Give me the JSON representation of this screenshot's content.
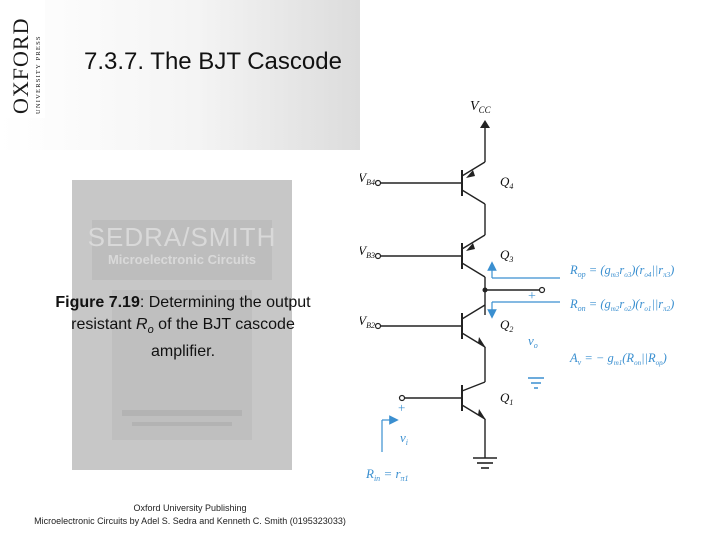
{
  "header": {
    "logo_text": "OXFORD",
    "logo_subtext": "UNIVERSITY PRESS",
    "title": "7.3.7. The BJT Cascode"
  },
  "book_cover": {
    "author": "SEDRA/SMITH",
    "title": "Microelectronic Circuits"
  },
  "caption": {
    "figure": "Figure 7.19",
    "text": ": Determining the output resistant ",
    "symbol": "R",
    "symbol_sub": "o",
    "text_end": " of the BJT cascode amplifier."
  },
  "source": {
    "line1": "Oxford University Publishing",
    "line2": "Microelectronic Circuits by Adel S. Sedra and Kenneth C. Smith (0195323033)"
  },
  "circuit": {
    "vcc": "V",
    "vcc_sub": "CC",
    "vb4": "V",
    "vb4_sub": "B4",
    "vb3": "V",
    "vb3_sub": "B3",
    "vb2": "V",
    "vb2_sub": "B2",
    "q4": "Q",
    "q4_sub": "4",
    "q3": "Q",
    "q3_sub": "3",
    "q2": "Q",
    "q2_sub": "2",
    "q1": "Q",
    "q1_sub": "1",
    "plus_top": "+",
    "plus_in": "+",
    "vo": "v",
    "vo_sub": "o",
    "vi": "v",
    "vi_sub": "i",
    "rop": "R",
    "rop_sub": "op",
    "rop_eq": " = (g",
    "rop_gm_sub": "m3",
    "rop_r1": "r",
    "rop_r1_sub": "o3",
    "rop_mid": ")(r",
    "rop_r2_sub": "o4",
    "rop_par": "||r",
    "rop_rpi_sub": "π3",
    "rop_end": ")",
    "ron": "R",
    "ron_sub": "on",
    "ron_eq": " = (g",
    "ron_gm_sub": "m2",
    "ron_r1": "r",
    "ron_r1_sub": "o2",
    "ron_mid": ")(r",
    "ron_r2_sub": "o1",
    "ron_par": "||r",
    "ron_rpi_sub": "π2",
    "ron_end": ")",
    "av": "A",
    "av_sub": "v",
    "av_eq": " = − g",
    "av_gm_sub": "m1",
    "av_paren": "(R",
    "av_ron_sub": "on",
    "av_par": "||R",
    "av_rop_sub": "op",
    "av_end": ")",
    "rin": "R",
    "rin_sub": "in",
    "rin_eq": " = r",
    "rin_rpi_sub": "π1"
  },
  "colors": {
    "accent_blue": "#3a8fd0",
    "wire": "#222222"
  }
}
